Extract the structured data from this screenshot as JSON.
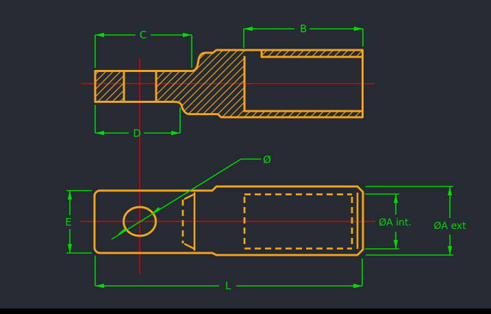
{
  "viewport": {
    "type": "cad-drawing-canvas",
    "background_color": "#252a33",
    "bottom_bar_color": "#010101"
  },
  "colors": {
    "geometry": "#f5a51d",
    "dimension": "#00d900",
    "centerline": "#d60000"
  },
  "section_view": {
    "label_B": "B",
    "label_C": "C",
    "label_D": "D"
  },
  "plan_view": {
    "label_E": "E",
    "label_L": "L",
    "label_hole_dia": "Ø",
    "label_inner_dia": "ØA int.",
    "label_outer_dia": "ØA ext"
  }
}
